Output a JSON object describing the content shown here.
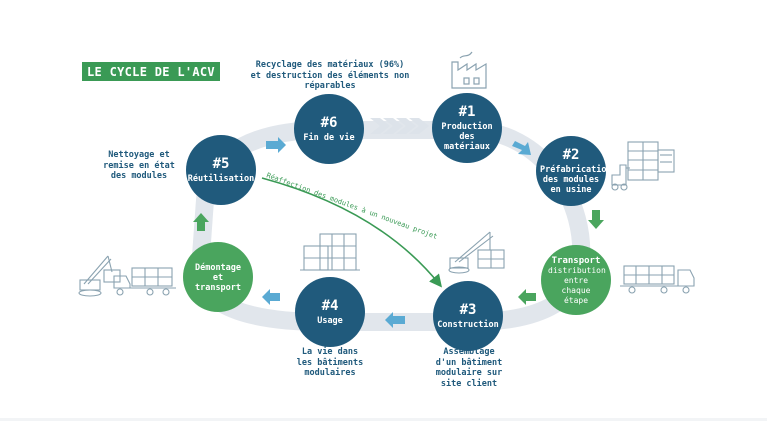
{
  "title": "LE CYCLE DE L'ACV",
  "nodes": [
    {
      "id": "n1",
      "number": "#1",
      "label": "Production des matériaux"
    },
    {
      "id": "n2",
      "number": "#2",
      "label": "Préfabrication des modules en usine"
    },
    {
      "id": "n3",
      "number": "#3",
      "label": "Construction"
    },
    {
      "id": "n4",
      "number": "#4",
      "label": "Usage"
    },
    {
      "id": "n5",
      "number": "#5",
      "label": "Réutilisation"
    },
    {
      "id": "n6",
      "number": "#6",
      "label": "Fin de vie"
    },
    {
      "id": "transport",
      "label": "Transport",
      "sublabel": "distribution entre chaque étape"
    },
    {
      "id": "demontage",
      "label": "Démontage et transport"
    }
  ],
  "captions": {
    "recycling": "Recyclage des matériaux (96%) et destruction des éléments non réparables",
    "cleaning": "Nettoyage et remise en état des modules",
    "usage": "La vie dans les bâtiments modulaires",
    "assembly": "Assemblage d'un bâtiment modulaire sur site client"
  },
  "reassignment_label": "Réaffection des modules à un nouveau projet",
  "colors": {
    "blue": "#205a7c",
    "green": "#4aa55e",
    "title_green": "#3a9a55",
    "ring": "#e1e6ec",
    "arrow_blue": "#5aaad3",
    "icon": "#8aa2b0"
  }
}
